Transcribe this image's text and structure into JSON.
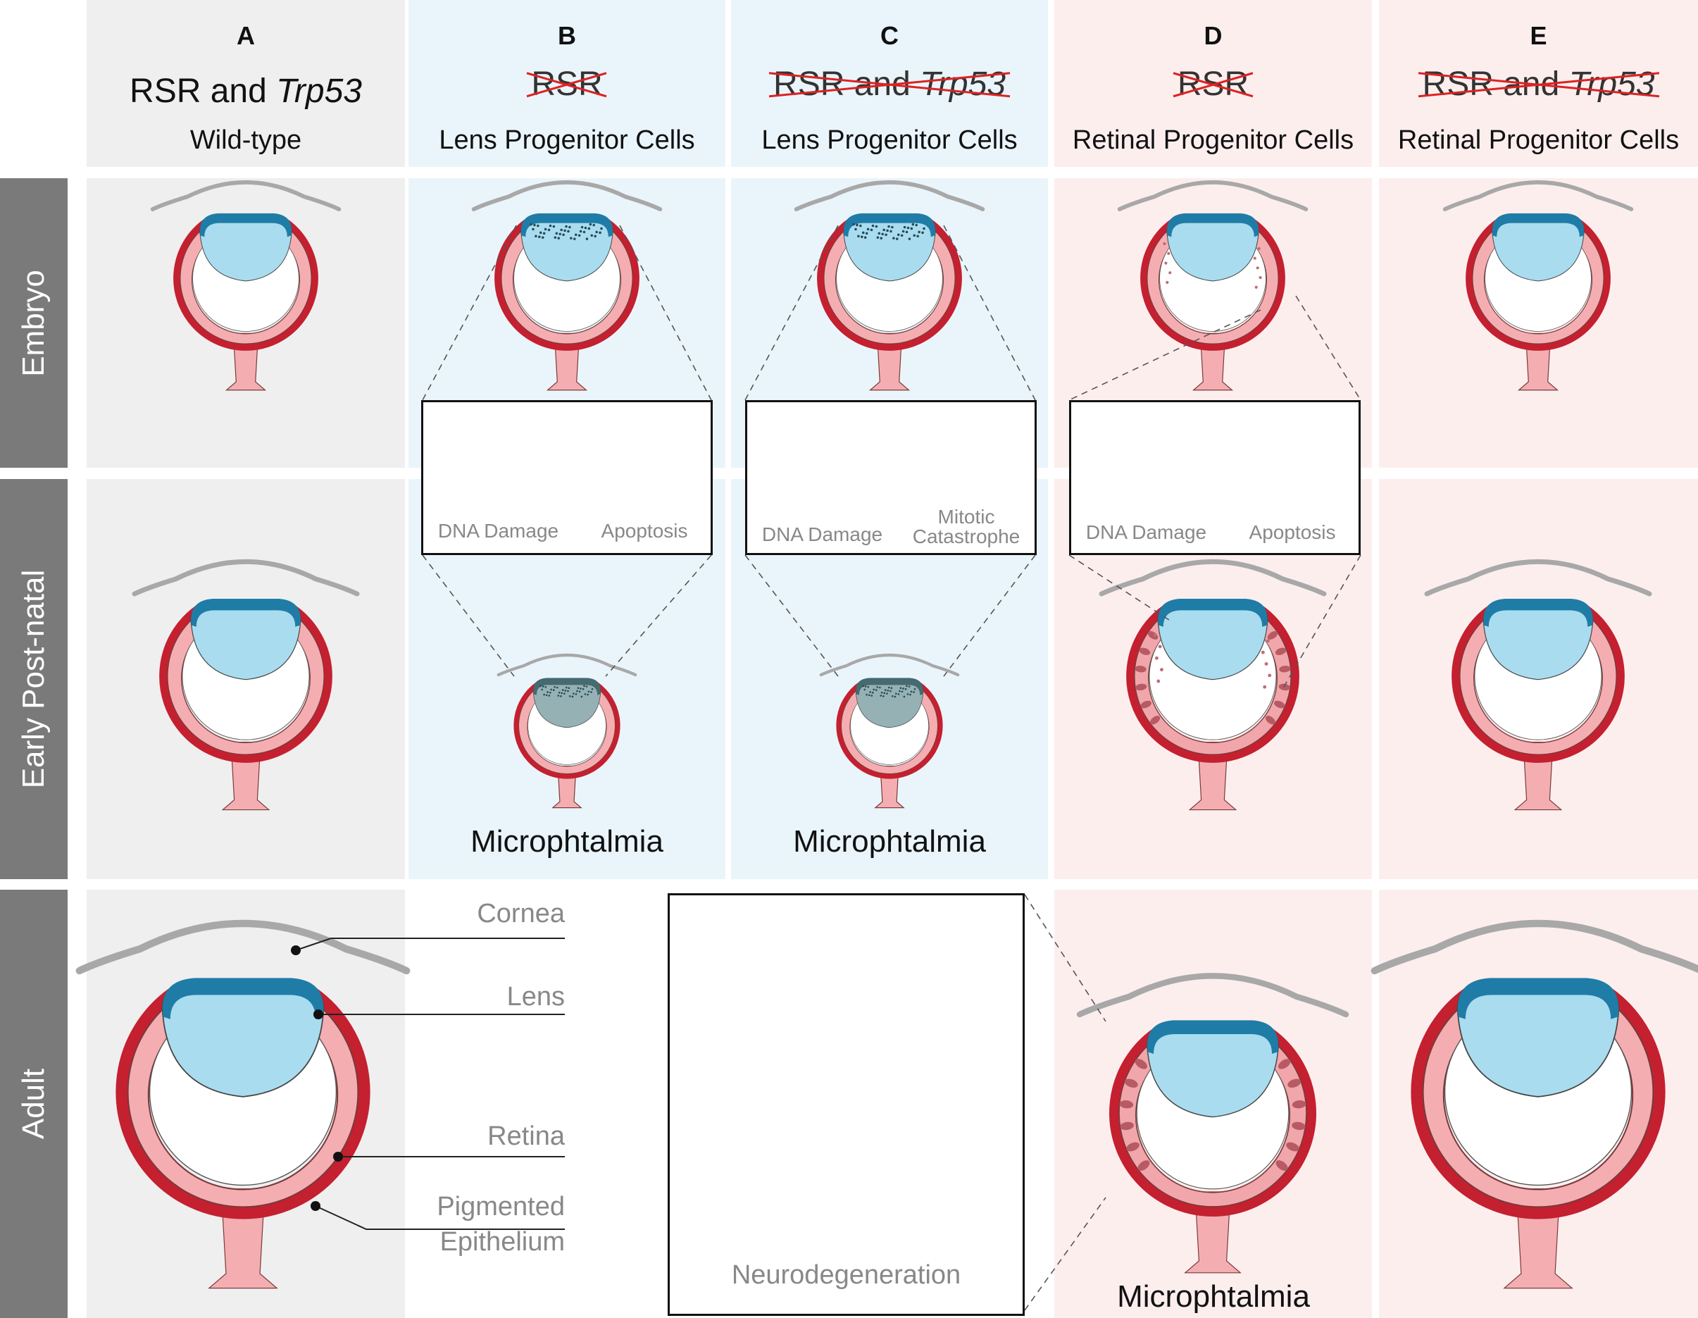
{
  "columns": [
    {
      "letter": "A",
      "title": "RSR and ",
      "title_italic": "Trp53",
      "subtitle": "Wild-type",
      "struck": false
    },
    {
      "letter": "B",
      "title": "RSR",
      "title_italic": "",
      "subtitle": "Lens Progenitor Cells",
      "struck": true
    },
    {
      "letter": "C",
      "title": "RSR and ",
      "title_italic": "Trp53",
      "subtitle": "Lens Progenitor Cells",
      "struck": true
    },
    {
      "letter": "D",
      "title": "RSR",
      "title_italic": "",
      "subtitle": "Retinal Progenitor Cells",
      "struck": true
    },
    {
      "letter": "E",
      "title": "RSR and ",
      "title_italic": "Trp53",
      "subtitle": "Retinal Progenitor Cells",
      "struck": true
    }
  ],
  "rows": [
    "Embryo",
    "Early Post-natal",
    "Adult"
  ],
  "insets": {
    "b": {
      "left": "DNA Damage",
      "right": "Apoptosis"
    },
    "c": {
      "left": "DNA Damage",
      "right_line1": "Mitotic",
      "right_line2": "Catastrophe"
    },
    "d": {
      "left": "DNA Damage",
      "right": "Apoptosis"
    },
    "neuro": "Neurodegeneration"
  },
  "captions": {
    "b": "Microphtalmia",
    "c": "Microphtalmia",
    "d": "Microphtalmia"
  },
  "anatomy": {
    "cornea": "Cornea",
    "lens": "Lens",
    "retina": "Retina",
    "pe_line1": "Pigmented",
    "pe_line2": "Epithelium"
  },
  "colors": {
    "gray_bg": "#efefef",
    "blue_bg": "#eaf5fb",
    "pink_bg": "#fdeeee",
    "retina": "#f4aeb1",
    "epithelium": "#c42030",
    "lens": "#a9dcef",
    "lens_edge": "#1f7ca6",
    "cornea": "#a8a8a8",
    "dna": "#7b3f98",
    "strike": "#d22"
  }
}
